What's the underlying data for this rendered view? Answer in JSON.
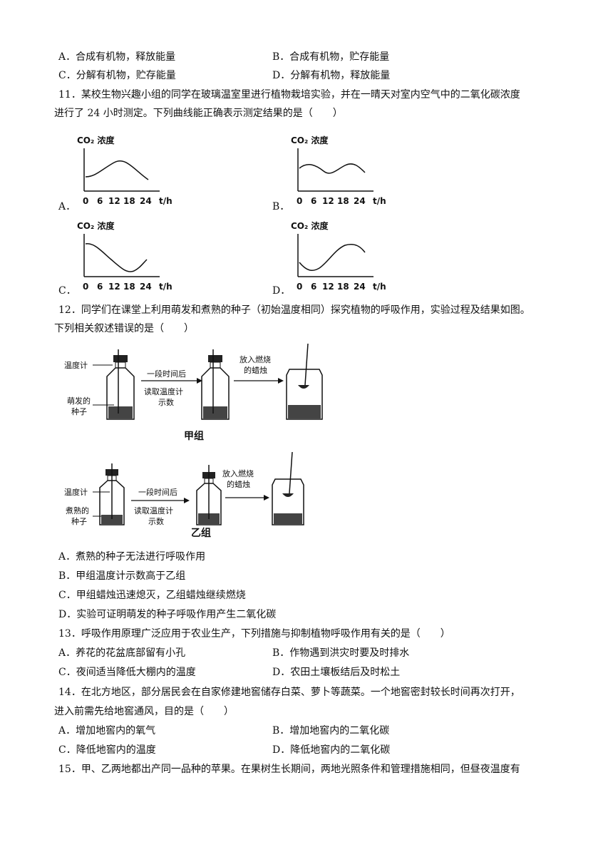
{
  "q10": {
    "opt_a": "A．合成有机物，释放能量",
    "opt_b": "B．合成有机物，贮存能量",
    "opt_c": "C．分解有机物，贮存能量",
    "opt_d": "D．分解有机物，释放能量"
  },
  "q11": {
    "stem_line1": "11．某校生物兴趣小组的同学在玻璃温室里进行植物栽培实验，并在一晴天对室内空气中的二氧化碳浓度",
    "stem_line2": "进行了 24 小时测定。下列曲线能正确表示测定结果的是（　　）",
    "graph_ylabel": "CO₂ 浓度",
    "graph_xlabel": "t/h",
    "graph_ticks": [
      "0",
      "6",
      "12",
      "18",
      "24"
    ],
    "letters": [
      "A．",
      "B．",
      "C．",
      "D．"
    ]
  },
  "q12": {
    "stem_line1": "12．同学们在课堂上利用萌发和煮熟的种子（初始温度相同）探究植物的呼吸作用，实验过程及结果如图。",
    "stem_line2": "下列相关叙述错误的是（　　）",
    "fig": {
      "thermometer": "温度计",
      "sprouted_seed_1": "萌发的",
      "sprouted_seed_2": "种子",
      "cooked_seed_1": "煮熟的",
      "cooked_seed_2": "种子",
      "after_time": "一段时间后",
      "read_1": "读取温度计",
      "read_2": "示数",
      "candle_1": "放入燃烧",
      "candle_2": "的蜡烛",
      "group_jia": "甲组",
      "group_yi": "乙组"
    },
    "opt_a": "A．煮熟的种子无法进行呼吸作用",
    "opt_b": "B．甲组温度计示数高于乙组",
    "opt_c": "C．甲组蜡烛迅速熄灭，乙组蜡烛继续燃烧",
    "opt_d": "D．实验可证明萌发的种子呼吸作用产生二氧化碳"
  },
  "q13": {
    "stem": "13．呼吸作用原理广泛应用于农业生产，下列措施与抑制植物呼吸作用有关的是（　　）",
    "opt_a": "A．养花的花盆底部留有小孔",
    "opt_b": "B．作物遇到洪灾时要及时排水",
    "opt_c": "C．夜间适当降低大棚内的温度",
    "opt_d": "D．农田土壤板结后及时松土"
  },
  "q14": {
    "stem_line1": "14．在北方地区，部分居民会在自家修建地窖储存白菜、萝卜等蔬菜。一个地窖密封较长时间再次打开，",
    "stem_line2": "进入前需先给地窖通风，目的是（　　）",
    "opt_a": "A．增加地窖内的氧气",
    "opt_b": "B．增加地窖内的二氧化碳",
    "opt_c": "C．降低地窖内的温度",
    "opt_d": "D．降低地窖内的二氧化碳"
  },
  "q15": {
    "stem_line1": "15．甲、乙两地都出产同一品种的苹果。在果树生长期间，两地光照条件和管理措施相同，但昼夜温度有"
  }
}
